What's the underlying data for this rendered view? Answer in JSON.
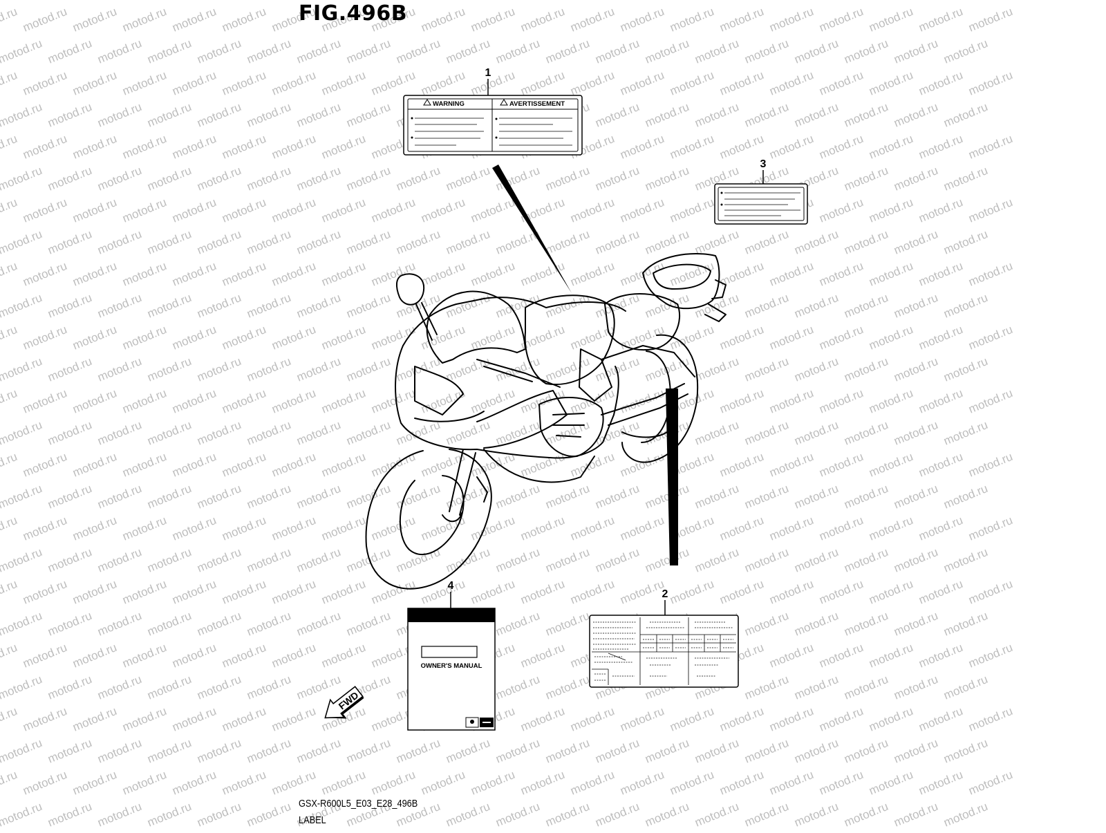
{
  "figure": {
    "title": "FIG.496B"
  },
  "watermark": {
    "text": "motod.ru",
    "color": "#bdbdbd"
  },
  "callouts": {
    "c1": "1",
    "c2": "2",
    "c3": "3",
    "c4": "4"
  },
  "label_1": {
    "left_header": "WARNING",
    "right_header": "AVERTISSEMENT"
  },
  "label_4": {
    "title": "OWNER'S MANUAL"
  },
  "fwd_arrow": {
    "text": "FWD"
  },
  "footer": {
    "code": "GSX-R600L5_E03_E28_496B",
    "name": "LABEL"
  }
}
